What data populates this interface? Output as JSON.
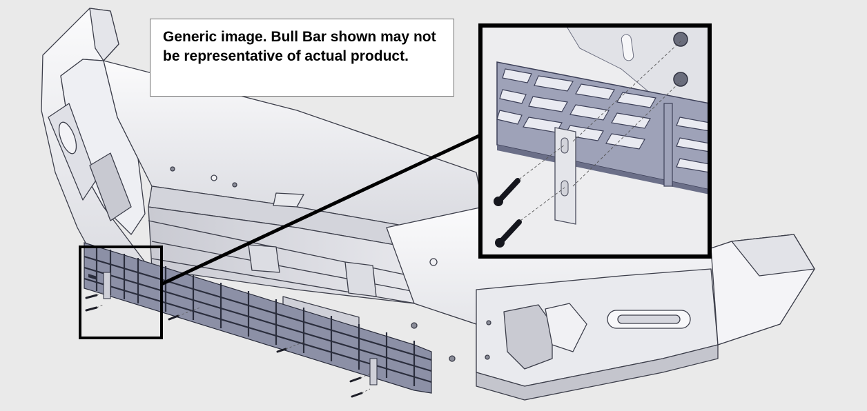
{
  "note": {
    "text": "Generic image. Bull Bar shown may not be representative of actual product."
  },
  "icons": {
    "bull_bar": "bull-bar-illustration",
    "detail_view": "grille-attachment-detail"
  },
  "colors": {
    "background": "#eaeaea",
    "bar_light": "#f6f6f8",
    "bar_mid": "#dcdce2",
    "bar_dark": "#b9bac4",
    "grille": "#6c7088",
    "grille_dark": "#2a2d3c",
    "callout": "#000000"
  }
}
